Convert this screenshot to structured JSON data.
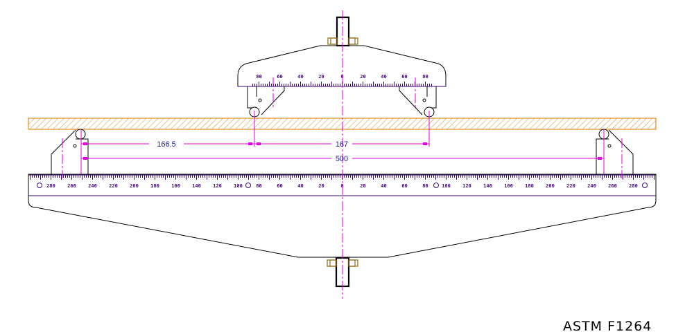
{
  "drawing": {
    "title": "ASTM F1264",
    "colors": {
      "outline": "#000000",
      "centerline": "#e000e0",
      "specimen": "#e08a20",
      "scale": "#3a0a6e",
      "nut": "#8a6a10",
      "dimension_text": "#1a1aa0"
    }
  },
  "dimensions": {
    "support_to_load": "166.5",
    "load_span": "167",
    "support_span": "500"
  },
  "upper_scale": {
    "labels": [
      "80",
      "60",
      "40",
      "20",
      "0",
      "20",
      "40",
      "60",
      "80"
    ],
    "range": [
      -86,
      86
    ]
  },
  "lower_scale": {
    "left_labels": [
      "280",
      "260",
      "240",
      "220",
      "200",
      "180",
      "160",
      "140",
      "120",
      "100",
      "80",
      "60",
      "40",
      "20",
      "0"
    ],
    "right_labels": [
      "20",
      "40",
      "60",
      "80",
      "100",
      "120",
      "140",
      "160",
      "180",
      "200",
      "220",
      "240",
      "260",
      "280"
    ],
    "range": [
      -300,
      300
    ]
  }
}
